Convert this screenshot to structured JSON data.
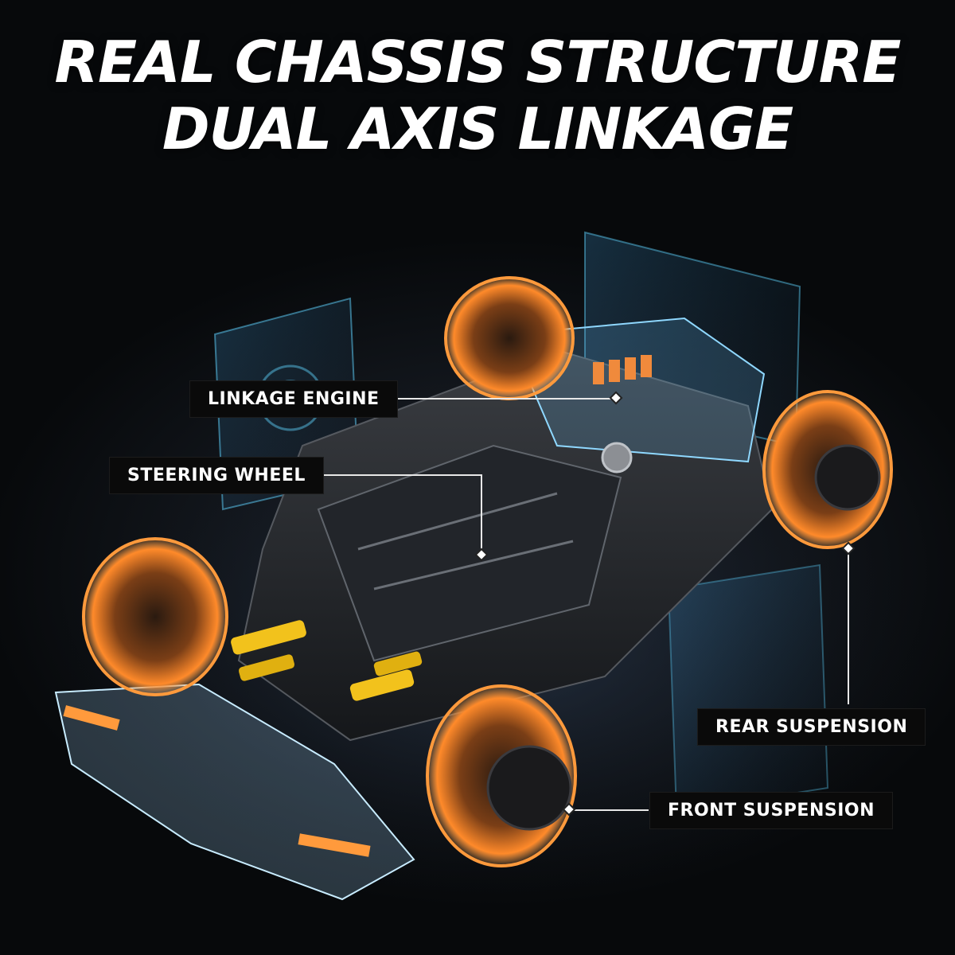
{
  "headline": {
    "line1": "REAL CHASSIS STRUCTURE",
    "line2": "DUAL AXIS LINKAGE"
  },
  "callouts": [
    {
      "label": "LINKAGE ENGINE"
    },
    {
      "label": "STEERING WHEEL"
    },
    {
      "label": "REAR SUSPENSION"
    },
    {
      "label": "FRONT SUSPENSION"
    }
  ],
  "colors": {
    "glow_orange": "#ff8a2a",
    "glow_cyan": "#5fd4ff",
    "label_bg": "#0a0a0a",
    "text": "#ffffff"
  }
}
